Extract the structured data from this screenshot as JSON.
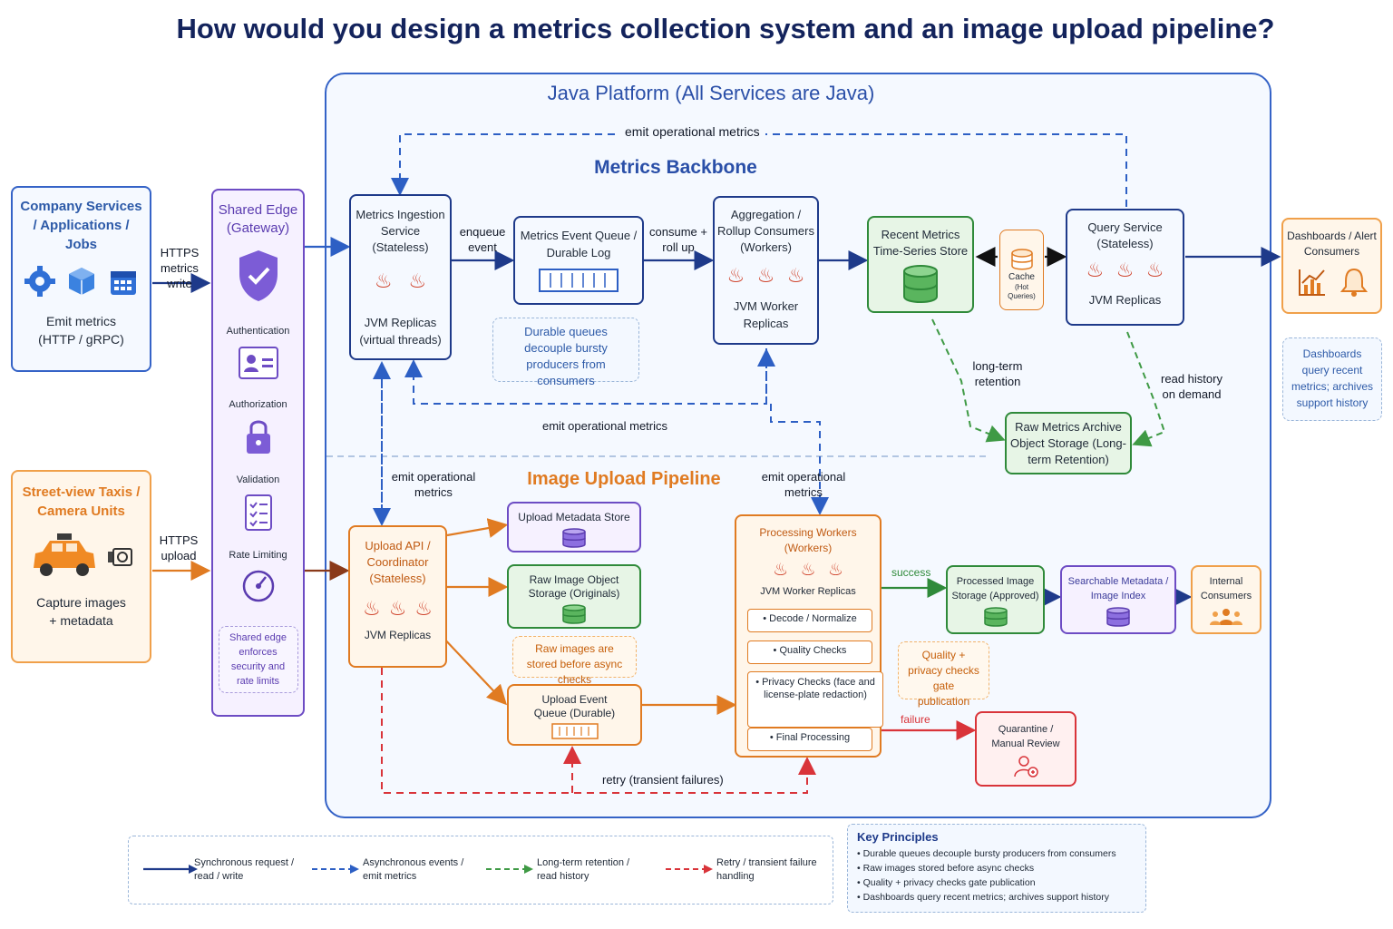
{
  "title": "How would you design a metrics collection system and an image upload pipeline?",
  "platform_title": "Java Platform (All Services are Java)",
  "metrics_backbone_title": "Metrics Backbone",
  "image_pipeline_title": "Image Upload Pipeline",
  "company_services": {
    "title": "Company Services / Applications / Jobs",
    "caption": "Emit metrics (HTTP / gRPC)",
    "icons": [
      "gear-icon",
      "cube-icon",
      "calendar-icon"
    ]
  },
  "taxis": {
    "title": "Street-view Taxis / Camera Units",
    "caption": "Capture images + metadata",
    "icons": [
      "taxi-icon",
      "camera-icon"
    ]
  },
  "edge": {
    "title": "Shared Edge (Gateway)",
    "items": [
      "Authentication",
      "Authorization",
      "Validation",
      "Rate Limiting"
    ],
    "note": "Shared edge enforces security and rate limits"
  },
  "edges": {
    "https_metrics": "HTTPS metrics write",
    "https_upload": "HTTPS upload",
    "enqueue_event": "enqueue event",
    "consume_rollup": "consume + roll up",
    "emit_ops_top": "emit operational metrics",
    "emit_ops_mid": "emit operational metrics",
    "emit_ops_left": "emit operational metrics",
    "emit_ops_right": "emit operational metrics",
    "long_term": "long-term retention",
    "read_history": "read history on demand",
    "success": "success",
    "failure": "failure",
    "retry": "retry (transient failures)"
  },
  "ingestion": {
    "title": "Metrics Ingestion Service (Stateless)",
    "caption": "JVM Replicas (virtual threads)"
  },
  "event_queue": {
    "title": "Metrics Event Queue / Durable Log"
  },
  "queue_note": "Durable queues decouple bursty producers from consumers",
  "aggregation": {
    "title": "Aggregation / Rollup Consumers (Workers)",
    "caption": "JVM Worker Replicas"
  },
  "tsdb": {
    "title": "Recent Metrics Time-Series Store"
  },
  "cache": {
    "title": "Cache",
    "sub": "(Hot Queries)"
  },
  "query": {
    "title": "Query Service (Stateless)",
    "caption": "JVM Replicas"
  },
  "archive": {
    "title": "Raw Metrics Archive Object Storage (Long-term Retention)"
  },
  "dashboards": {
    "title": "Dashboards / Alert Consumers",
    "note": "Dashboards query recent metrics; archives support history"
  },
  "upload_api": {
    "title": "Upload API / Coordinator (Stateless)",
    "caption": "JVM Replicas"
  },
  "upload_meta": {
    "title": "Upload Metadata Store"
  },
  "raw_image": {
    "title": "Raw Image Object Storage (Originals)"
  },
  "raw_note": "Raw images are stored before async checks",
  "upload_queue": {
    "title": "Upload Event Queue (Durable)"
  },
  "processing": {
    "title": "Processing Workers (Workers)",
    "caption": "JVM Worker Replicas",
    "steps": [
      "• Decode / Normalize",
      "• Quality Checks",
      "• Privacy Checks (face and license-plate redaction)",
      "• Final Processing"
    ]
  },
  "quality_note": "Quality + privacy checks gate publication",
  "processed": {
    "title": "Processed Image Storage (Approved)"
  },
  "searchable": {
    "title": "Searchable Metadata / Image Index"
  },
  "internal": {
    "title": "Internal Consumers"
  },
  "quarantine": {
    "title": "Quarantine / Manual Review"
  },
  "legend": [
    {
      "label": "Synchronous request / read / write",
      "color": "#1e3a8a",
      "style": "solid"
    },
    {
      "label": "Asynchronous events / emit metrics",
      "color": "#2d5fc4",
      "style": "dashed"
    },
    {
      "label": "Long-term retention / read history",
      "color": "#3f9a45",
      "style": "dashed"
    },
    {
      "label": "Retry / transient failure handling",
      "color": "#d9343a",
      "style": "dashed"
    }
  ],
  "key_principles": {
    "title": "Key Principles",
    "items": [
      "Durable queues decouple bursty producers from consumers",
      "Raw images stored before async checks",
      "Quality + privacy checks gate publication",
      "Dashboards query recent metrics; archives support history"
    ]
  }
}
